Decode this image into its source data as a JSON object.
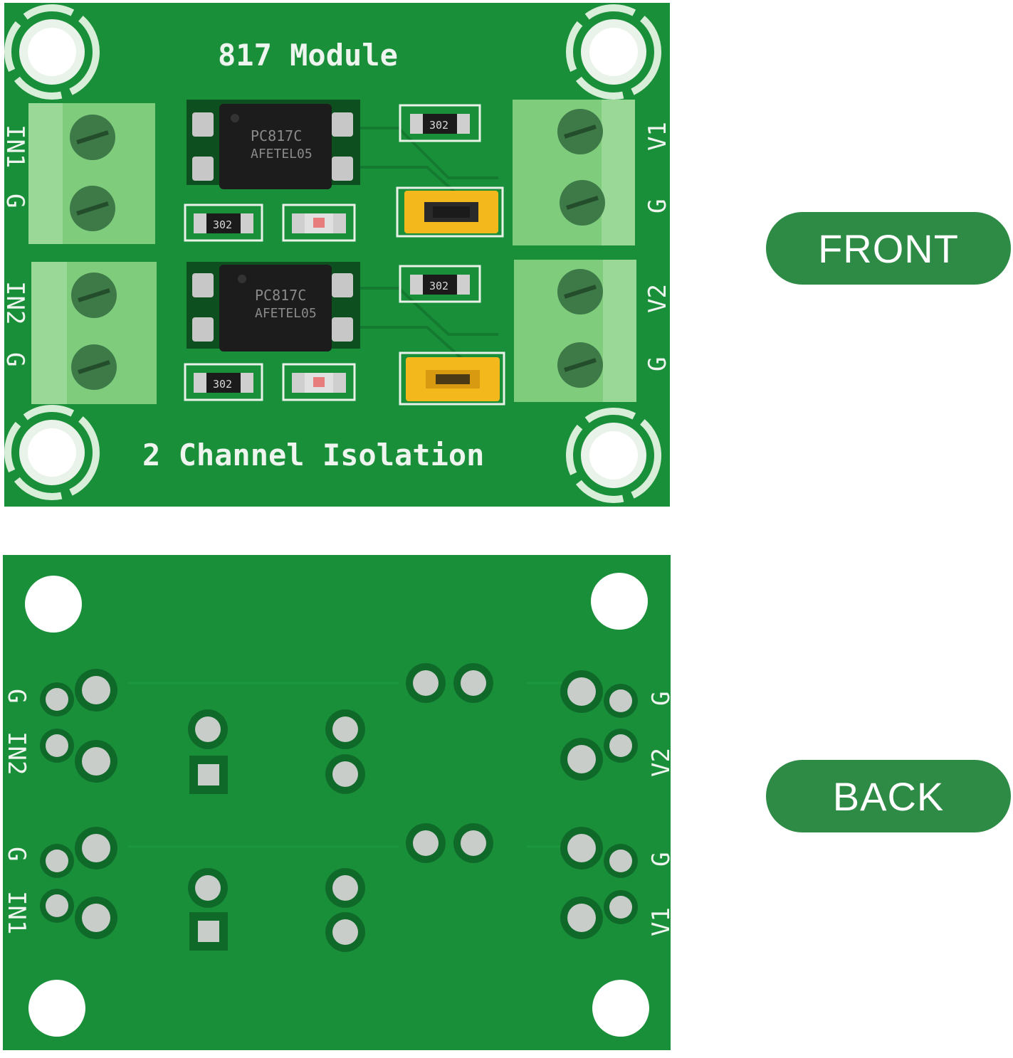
{
  "colors": {
    "pcb": "#1a8f3a",
    "pcb_dark": "#137a30",
    "silkscreen": "#eef4ee",
    "terminal": "#7fcc7d",
    "jumper": "#f2b81c",
    "pill": "#2e8b46"
  },
  "labels": {
    "front": "FRONT",
    "back": "BACK"
  },
  "front": {
    "title": "817 Module",
    "subtitle": "2 Channel Isolation",
    "chip1_line1": "PC817C",
    "chip1_line2": "AFETEL05",
    "chip2_line1": "PC817C",
    "chip2_line2": "AFETEL05",
    "resistor_code": "302",
    "pin_in1": "IN1",
    "pin_in2": "IN2",
    "pin_g": "G",
    "pin_v1": "V1",
    "pin_v2": "V2"
  },
  "back": {
    "pin_in1": "IN1",
    "pin_in2": "IN2",
    "pin_g": "G",
    "pin_v1": "V1",
    "pin_v2": "V2"
  }
}
